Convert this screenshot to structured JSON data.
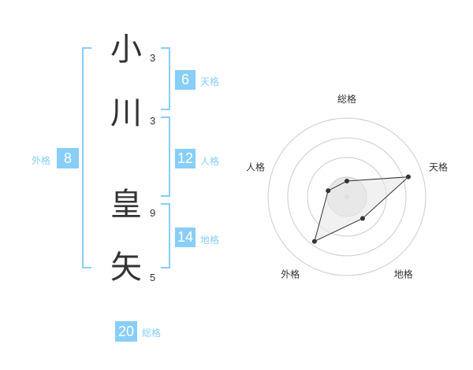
{
  "name": {
    "chars": [
      {
        "char": "小",
        "strokes": "3"
      },
      {
        "char": "川",
        "strokes": "3"
      },
      {
        "char": "皇",
        "strokes": "9"
      },
      {
        "char": "矢",
        "strokes": "5"
      }
    ]
  },
  "kaku": {
    "tenkaku": {
      "value": "6",
      "label": "天格"
    },
    "jinkaku": {
      "value": "12",
      "label": "人格"
    },
    "chikaku": {
      "value": "14",
      "label": "地格"
    },
    "gaikaku": {
      "value": "8",
      "label": "外格"
    },
    "soukaku": {
      "value": "20",
      "label": "総格"
    }
  },
  "colors": {
    "accent": "#88cef7",
    "char_text": "#333333",
    "radar_grid": "#cccccc",
    "radar_fill": "#e8e8e8",
    "radar_line": "#333333",
    "radar_center": "#cfcfcf"
  },
  "chart_data": {
    "type": "radar",
    "axes": [
      "総格",
      "天格",
      "地格",
      "外格",
      "人格"
    ],
    "values": [
      0.2,
      0.82,
      0.34,
      0.7,
      0.25
    ],
    "range": [
      0,
      1
    ],
    "rings": 4
  }
}
